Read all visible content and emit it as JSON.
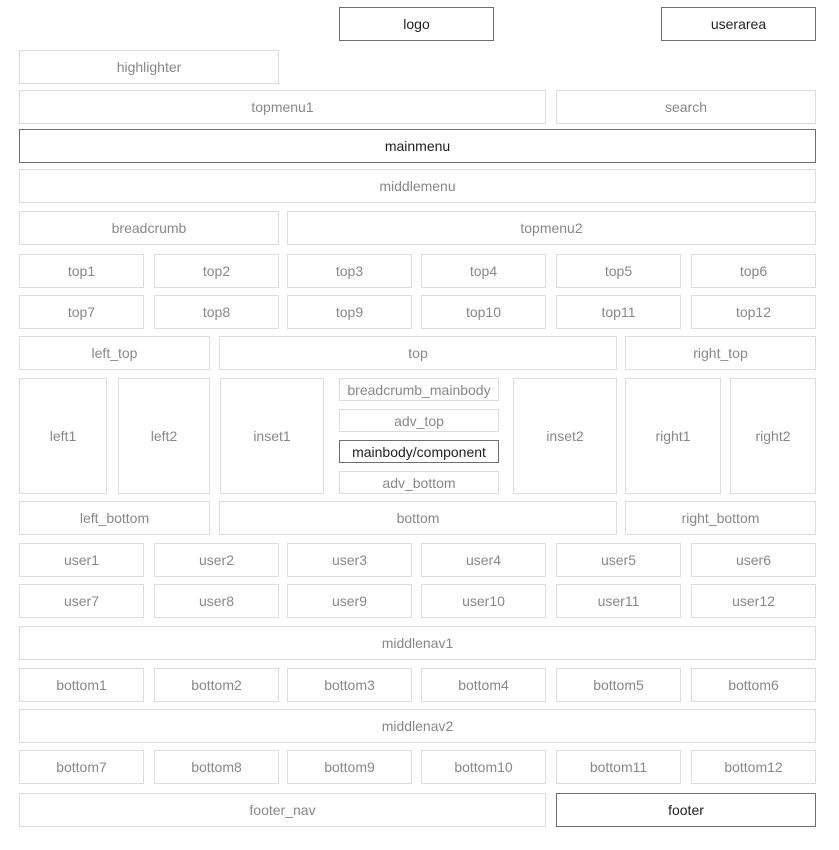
{
  "header": {
    "logo": "logo",
    "userarea": "userarea",
    "highlighter": "highlighter",
    "topmenu1": "topmenu1",
    "search": "search",
    "mainmenu": "mainmenu",
    "middlemenu": "middlemenu",
    "breadcrumb": "breadcrumb",
    "topmenu2": "topmenu2"
  },
  "top_row_1": [
    "top1",
    "top2",
    "top3",
    "top4",
    "top5",
    "top6"
  ],
  "top_row_2": [
    "top7",
    "top8",
    "top9",
    "top10",
    "top11",
    "top12"
  ],
  "top_band": {
    "left_top": "left_top",
    "top": "top",
    "right_top": "right_top"
  },
  "main": {
    "left1": "left1",
    "left2": "left2",
    "inset1": "inset1",
    "breadcrumb_mainbody": "breadcrumb_mainbody",
    "adv_top": "adv_top",
    "component": "mainbody/component",
    "adv_bottom": "adv_bottom",
    "inset2": "inset2",
    "right1": "right1",
    "right2": "right2"
  },
  "bottom_band": {
    "left_bottom": "left_bottom",
    "bottom": "bottom",
    "right_bottom": "right_bottom"
  },
  "user_row_1": [
    "user1",
    "user2",
    "user3",
    "user4",
    "user5",
    "user6"
  ],
  "user_row_2": [
    "user7",
    "user8",
    "user9",
    "user10",
    "user11",
    "user12"
  ],
  "middlenav1": "middlenav1",
  "bottom_row_1": [
    "bottom1",
    "bottom2",
    "bottom3",
    "bottom4",
    "bottom5",
    "bottom6"
  ],
  "middlenav2": "middlenav2",
  "bottom_row_2": [
    "bottom7",
    "bottom8",
    "bottom9",
    "bottom10",
    "bottom11",
    "bottom12"
  ],
  "footer_area": {
    "footer_nav": "footer_nav",
    "footer": "footer"
  }
}
